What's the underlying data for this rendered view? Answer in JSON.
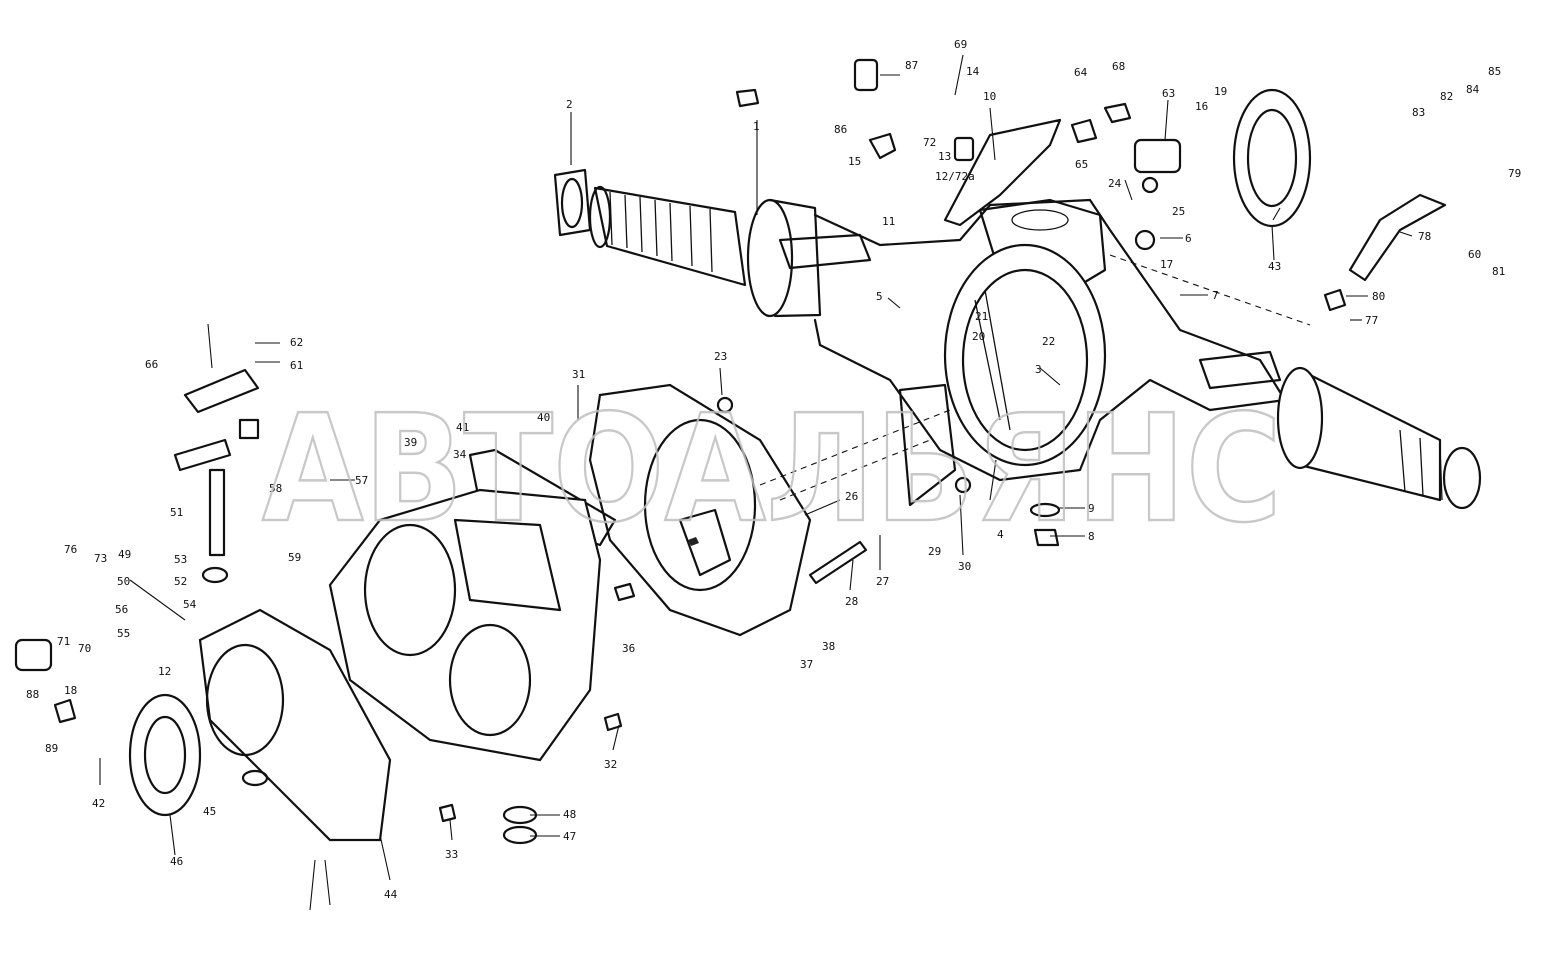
{
  "watermark": "АВТОАЛЬЯНС",
  "callouts": [
    "1",
    "2",
    "3",
    "4",
    "5",
    "6",
    "7",
    "8",
    "9",
    "10",
    "11",
    "12",
    "13",
    "14",
    "15",
    "16",
    "17",
    "18",
    "19",
    "20",
    "21",
    "22",
    "23",
    "24",
    "25",
    "26",
    "27",
    "28",
    "29",
    "30",
    "31",
    "32",
    "33",
    "34",
    "36",
    "37",
    "38",
    "39",
    "40",
    "41",
    "42",
    "43",
    "44",
    "45",
    "46",
    "47",
    "48",
    "49",
    "50",
    "51",
    "52",
    "53",
    "54",
    "55",
    "56",
    "57",
    "58",
    "59",
    "60",
    "61",
    "62",
    "63",
    "64",
    "65",
    "66",
    "68",
    "69",
    "70",
    "71",
    "72",
    "73",
    "76",
    "77",
    "78",
    "79",
    "80",
    "81",
    "82",
    "83",
    "84",
    "85",
    "86",
    "87",
    "88",
    "89",
    "12/72a"
  ]
}
